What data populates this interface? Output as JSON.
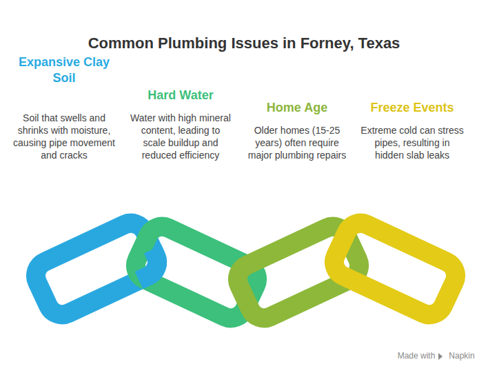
{
  "diagram": {
    "title": "Common Plumbing Issues in Forney, Texas",
    "labels": [
      "Expansive Clay Soil",
      "Soil that swells and shrinks with moisture, causing pipe movement and cracks",
      "Hard Water",
      "Water with high mineral content, leading to scale buildup and reduced efficiency",
      "Home Age",
      "Older homes (15-25 years) often require major plumbing repairs",
      "Freeze Events",
      "Extreme cold can stress pipes, resulting in hidden slab leaks",
      "Made with",
      "Napkin"
    ]
  }
}
